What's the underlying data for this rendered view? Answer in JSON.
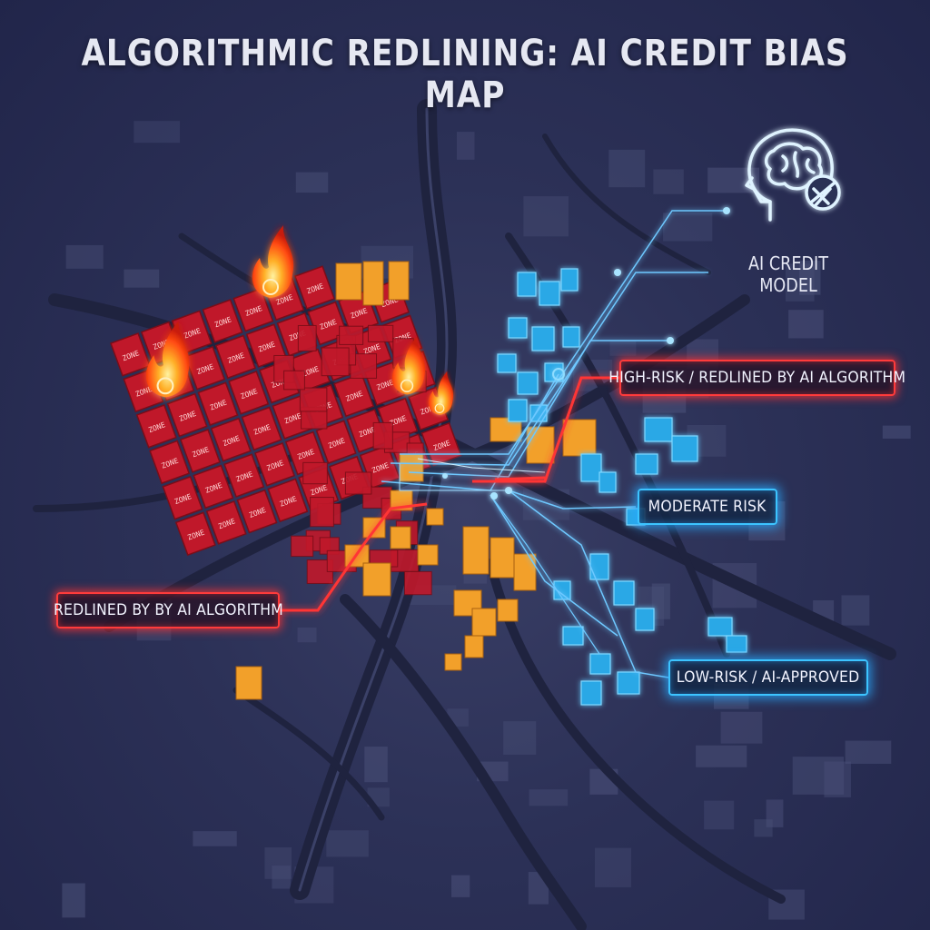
{
  "map": {
    "title": "ALGORITHMIC REDLINING: AI CREDIT BIAS MAP",
    "ai_model": {
      "label_line1": "AI CREDIT",
      "label_line2": "MODEL",
      "icon": "brain-head-icon"
    },
    "callouts": {
      "high_risk": "HIGH-RISK / REDLINED BY AI ALGORITHM",
      "moderate": "MODERATE RISK",
      "redlined": "REDLINED BY BY AI ALGORITHM",
      "low_risk": "LOW-RISK / AI-APPROVED"
    },
    "zones": [
      {
        "name": "redlined",
        "color": "#c0182a"
      },
      {
        "name": "moderate",
        "color": "#f2a02a"
      },
      {
        "name": "low-risk",
        "color": "#2aa8e6"
      }
    ],
    "block_tag": "ZONE",
    "colors": {
      "background": "#2c3157",
      "red": "#ff3b3b",
      "orange": "#f2a02a",
      "blue": "#3cc4ff"
    }
  }
}
